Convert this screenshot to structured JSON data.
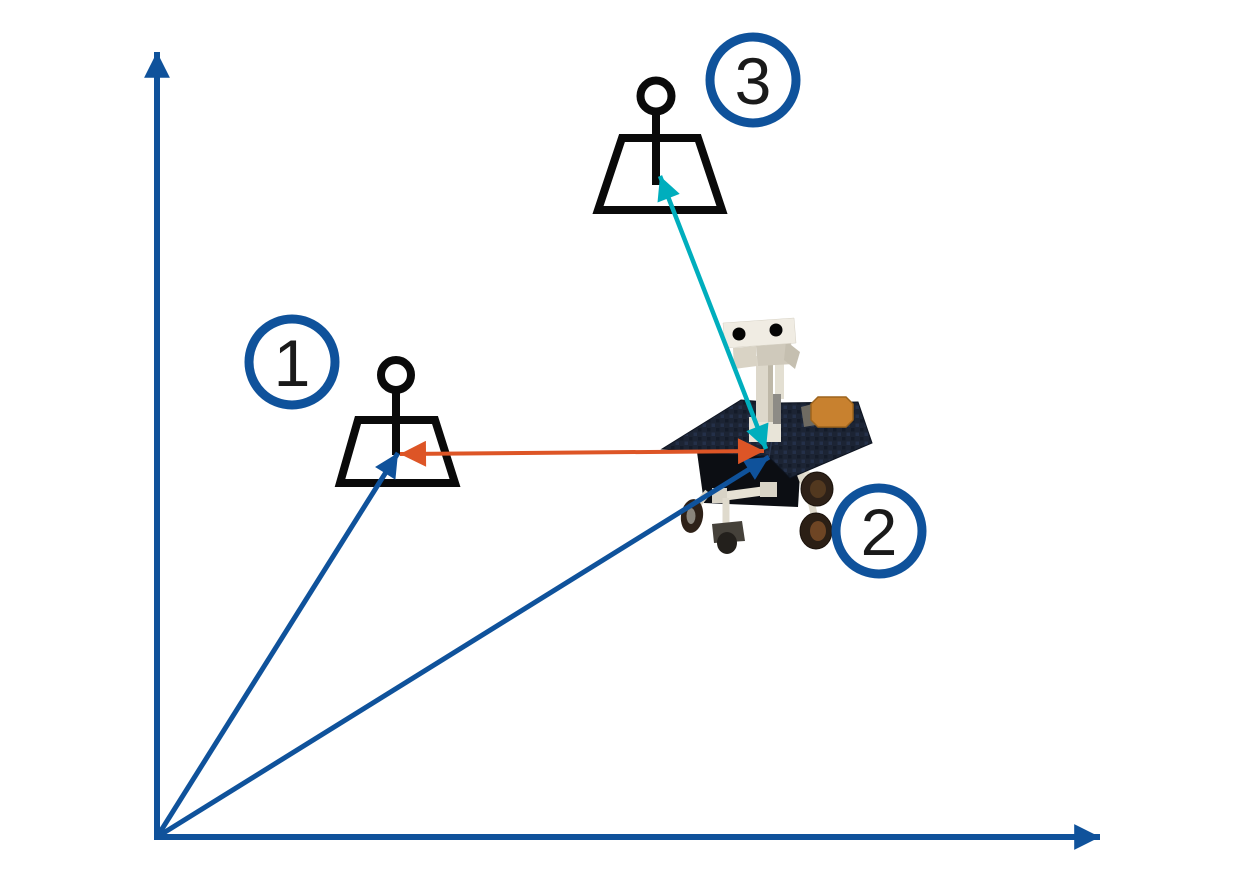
{
  "figure": {
    "type": "robot-localization-diagram",
    "background_color": "#ffffff",
    "badges": [
      {
        "label": "1"
      },
      {
        "label": "2"
      },
      {
        "label": "3"
      }
    ],
    "colors": {
      "axis_and_vectors": "#0F529B",
      "badge_ring": "#0F529B",
      "badge_label": "#1a1a1a",
      "landmark_icon": "#0a0a0a",
      "range_arrow_landmark1": "#DD5526",
      "range_arrow_landmark3": "#00AEBD",
      "rover_deck": "#1c2434",
      "rover_body": "#0c0e13",
      "rover_mast": "#e7e3d6",
      "rover_wheels": "#2e2118",
      "rover_antenna": "#c8812f"
    },
    "icons": {
      "landmark": "person-landmark-icon",
      "rover": "mars-rover-icon",
      "axis": "axis-arrow-icon"
    }
  }
}
